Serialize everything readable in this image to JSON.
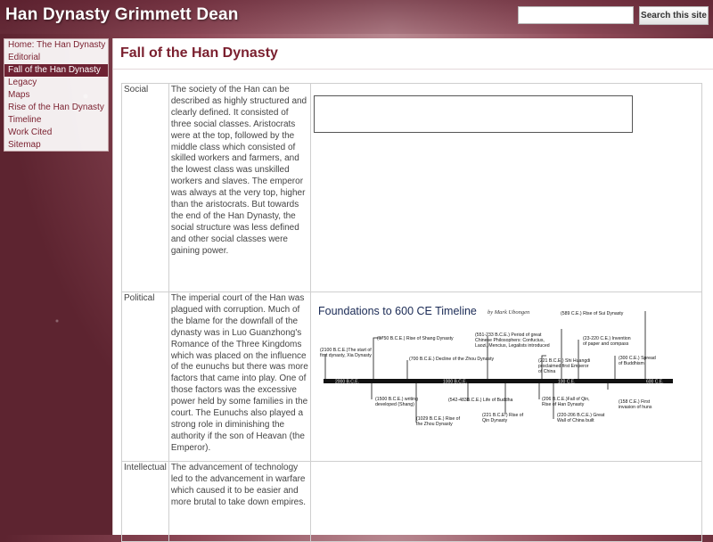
{
  "site": {
    "title": "Han Dynasty Grimmett Dean"
  },
  "search": {
    "placeholder": "",
    "button_label": "Search this site"
  },
  "sidebar": {
    "items": [
      {
        "label": "Home: The Han Dynasty"
      },
      {
        "label": "Editorial"
      },
      {
        "label": "Fall of the Han Dynasty"
      },
      {
        "label": "Legacy"
      },
      {
        "label": "Maps"
      },
      {
        "label": "Rise of the Han Dynasty"
      },
      {
        "label": "Timeline"
      },
      {
        "label": "Work Cited"
      },
      {
        "label": "Sitemap"
      }
    ],
    "active_index": 2
  },
  "page": {
    "title": "Fall of the Han Dynasty"
  },
  "rows": [
    {
      "label": "Social",
      "text": "The society of the Han can be described as highly structured and clearly defined. It consisted of three social classes. Aristocrats were at the top, followed by the middle class which consisted of skilled workers and farmers, and the lowest class was unskilled workers and slaves. The emperor was always at the very top, higher than the aristocrats. But towards the end of the Han Dynasty, the social structure was less defined and other social classes were gaining power."
    },
    {
      "label": "Political",
      "text": " The imperial court of the Han was plagued with corruption. Much of the blame for the downfall of the dynasty was in Luo Guanzhong's Romance of the Three Kingdoms which was placed on the influence of the eunuchs but there was more factors that came into play. One of those factors was the excessive power held by some families in the court. The Eunuchs also played a strong role in diminishing the authority if the son of Heavan (the Emperor)."
    },
    {
      "label": "Intellectual",
      "text": " The advancement of technology led to the advancement in warfare which caused it to be easier and more brutal to take down empires."
    }
  ],
  "timeline": {
    "title": "Foundations to 600 CE Timeline",
    "byline": "by Mark Ubongen",
    "axis_labels": [
      "2000 B.C.E.",
      "1000 B.C.E.",
      "100 C.E.",
      "600 C.E."
    ],
    "events_above": [
      [
        "(2100 B.C.E.)The start of",
        "first dynasty, Xia Dynasty"
      ],
      [
        "(1750 B.C.E.) Rise of Shang Dynasty"
      ],
      [
        "(700 B.C.E.) Decline of the Zhou Dynasty"
      ],
      [
        "(551-233 B.C.E.) Period of great",
        "Chinese Philosophers: Confucius,",
        "Laozi, Mencius, Legalists introduced"
      ],
      [
        "(589 C.E.) Rise of Sui Dynasty"
      ],
      [
        "(221 B.C.E.) Shi Huangdi",
        "proclaimed first Emperor",
        "of China"
      ],
      [
        "(23-220 C.E.) Invention",
        "of paper and compass"
      ],
      [
        "(300 C.E.) Spread",
        "of Buddhism"
      ]
    ],
    "events_below": [
      [
        "(1500 B.C.E.) writing",
        "developed (Shang)"
      ],
      [
        "(1029 B.C.E.) Rise of",
        "the Zhou Dynasty"
      ],
      [
        "(542-483B.C.E.) Life of Buddha"
      ],
      [
        "(221 B.C.E.) Rise of",
        "Qin Dynasty"
      ],
      [
        "(206 B.C.E.)Fall of Qin,",
        "Rise of Han Dynasty"
      ],
      [
        "(220-206 B.C.E.) Great",
        "Wall of China built"
      ],
      [
        "(158 C.E.) First",
        "invasion of huns"
      ]
    ]
  },
  "colors": {
    "accent": "#7a1f2e",
    "nav_active_bg": "#6e2233",
    "content_bg": "#ffffff"
  }
}
